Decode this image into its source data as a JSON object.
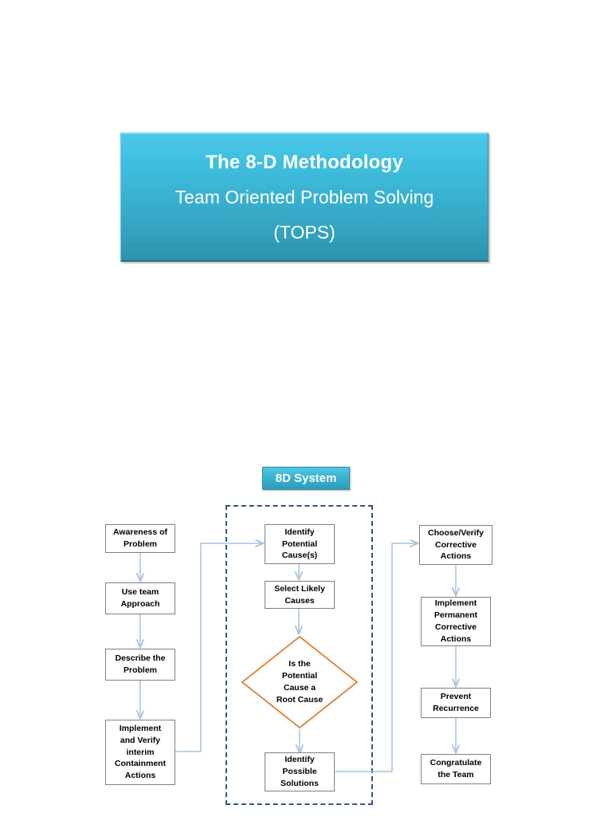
{
  "title_banner": {
    "line1": "The 8-D Methodology",
    "line2": "Team Oriented Problem Solving",
    "line3": "(TOPS)"
  },
  "system_badge": {
    "label": "8D System"
  },
  "colors": {
    "banner_light": "#4cc8e8",
    "banner_dark": "#2d93ad",
    "badge": "#38aecd",
    "box_border": "#7f7f7f",
    "connector": "#a9c3e0",
    "dashed_border": "#31537e",
    "diamond_border": "#e08a42",
    "text": "#000000",
    "banner_text": "#ffffff",
    "page_background": "#ffffff"
  },
  "flowchart": {
    "left_column": [
      {
        "id": "awareness-of-problem",
        "label": "Awareness of\nProblem"
      },
      {
        "id": "use-team-approach",
        "label": "Use team\nApproach"
      },
      {
        "id": "describe-the-problem",
        "label": "Describe the\nProblem"
      },
      {
        "id": "implement-and-verify-interim-containment-actions",
        "label": "Implement\nand Verify\ninterim\nContainment\nActions"
      }
    ],
    "middle_column": [
      {
        "id": "identify-potential-causes",
        "label": "Identify\nPotential\nCause(s)"
      },
      {
        "id": "select-likely-causes",
        "label": "Select Likely\nCauses"
      },
      {
        "id": "identify-possible-solutions",
        "label": "Identify\nPossible\nSolutions"
      }
    ],
    "decision": {
      "id": "is-the-potential-cause-a-root-cause",
      "label": "Is the\nPotential\nCause a\nRoot Cause"
    },
    "right_column": [
      {
        "id": "choose-verify-corrective-actions",
        "label": "Choose/Verify\nCorrective\nActions"
      },
      {
        "id": "implement-permanent-corrective-actions",
        "label": "Implement\nPermanent\nCorrective\nActions"
      },
      {
        "id": "prevent-recurrence",
        "label": "Prevent\nRecurrence"
      },
      {
        "id": "congratulate-the-team",
        "label": "Congratulate\nthe Team"
      }
    ]
  }
}
